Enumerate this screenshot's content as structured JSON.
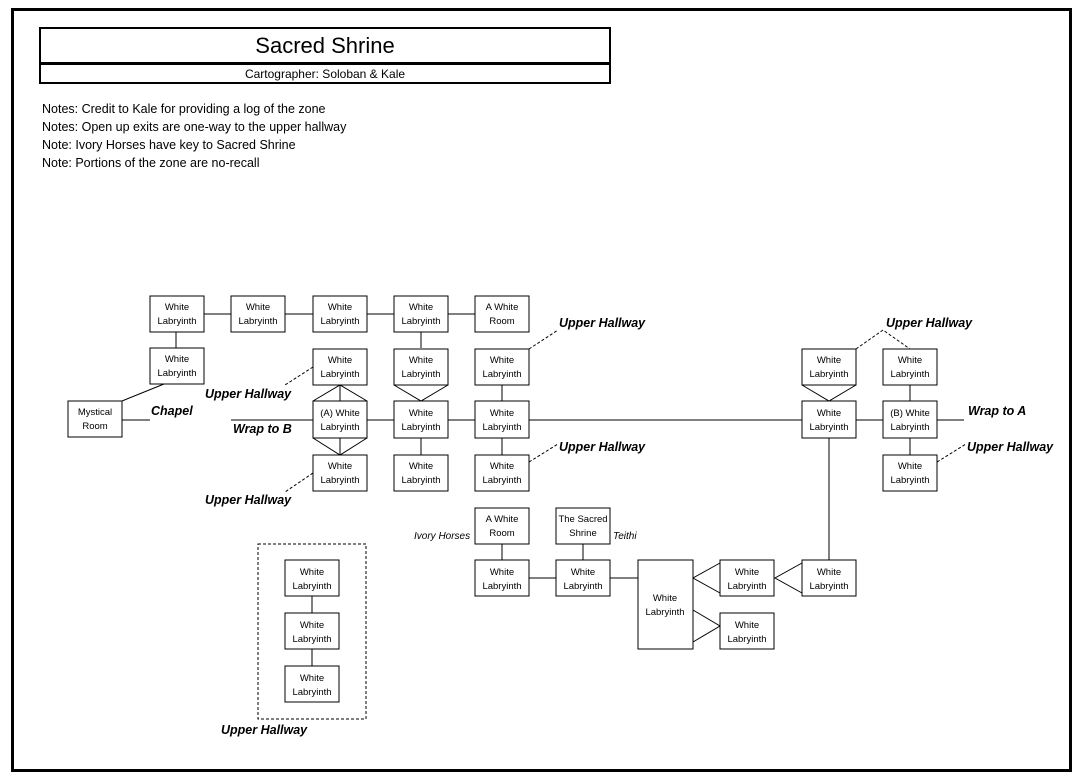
{
  "header": {
    "title": "Sacred Shrine",
    "cartographer": "Cartographer: Soloban & Kale"
  },
  "notes": [
    "Notes: Credit to Kale for providing a log of the zone",
    "Notes: Open up exits are one-way to the upper hallway",
    "Note: Ivory Horses have key to Sacred Shrine",
    "Note: Portions of the zone are no-recall"
  ],
  "rooms": {
    "r1": [
      "White",
      "Labryinth"
    ],
    "r2": [
      "White",
      "Labryinth"
    ],
    "r3": [
      "White",
      "Labryinth"
    ],
    "r4": [
      "White",
      "Labryinth"
    ],
    "r5": [
      "A White",
      "Room"
    ],
    "r6": [
      "White",
      "Labryinth"
    ],
    "r7": [
      "Mystical",
      "Room"
    ],
    "r8": [
      "White",
      "Labryinth"
    ],
    "r9": [
      "White",
      "Labryinth"
    ],
    "r10": [
      "White",
      "Labryinth"
    ],
    "r11": [
      "(A) White",
      "Labryinth"
    ],
    "r12": [
      "White",
      "Labryinth"
    ],
    "r13": [
      "White",
      "Labryinth"
    ],
    "r14": [
      "White",
      "Labryinth"
    ],
    "r15": [
      "White",
      "Labryinth"
    ],
    "r16": [
      "White",
      "Labryinth"
    ],
    "r17": [
      "White",
      "Labryinth"
    ],
    "r18": [
      "White",
      "Labryinth"
    ],
    "r19": [
      "White",
      "Labryinth"
    ],
    "r20": [
      "(B) White",
      "Labryinth"
    ],
    "r21": [
      "White",
      "Labryinth"
    ],
    "r22": [
      "A White",
      "Room"
    ],
    "r23": [
      "The Sacred",
      "Shrine"
    ],
    "r24": [
      "White",
      "Labryinth"
    ],
    "r25": [
      "White",
      "Labryinth"
    ],
    "r26": [
      "White",
      "Labryinth"
    ],
    "r27": [
      "White",
      "Labryinth"
    ],
    "r28": [
      "White",
      "Labryinth"
    ],
    "r29": [
      "White",
      "Labryinth"
    ],
    "r30": [
      "White",
      "Labryinth"
    ],
    "r31": [
      "White",
      "Labryinth"
    ],
    "r32": [
      "White",
      "Labryinth"
    ]
  },
  "labels": {
    "chapel": "Chapel",
    "upper_hallway": "Upper Hallway",
    "wrap_to_b": "Wrap to B",
    "wrap_to_a": "Wrap to A",
    "ivory_horses": "Ivory Horses",
    "teithi": "Teithi"
  }
}
